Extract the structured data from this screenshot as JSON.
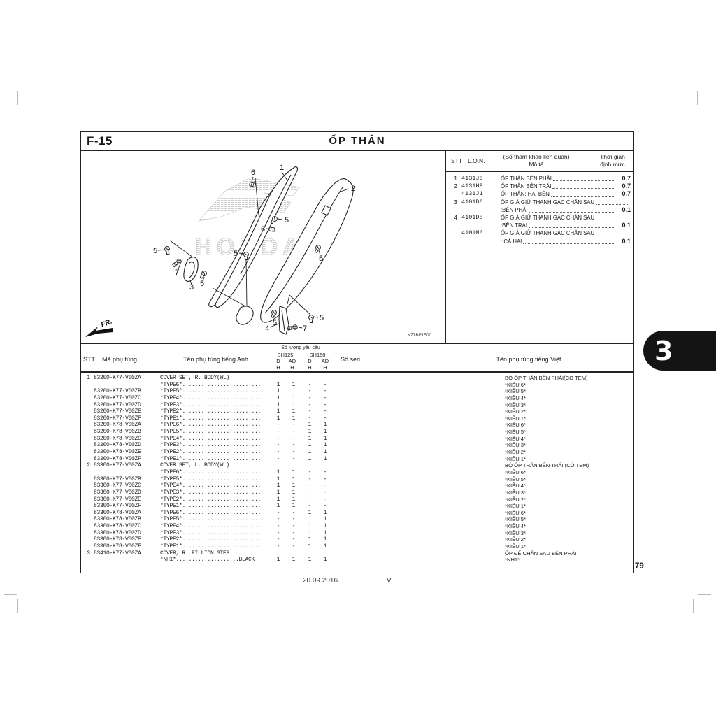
{
  "page": {
    "number": "79",
    "footer_date": "20.09.2016",
    "footer_mark": "V",
    "section_tab": "3"
  },
  "header": {
    "section_code": "F-15",
    "title": "ỐP THÂN"
  },
  "diagram": {
    "code": "K77BF1500",
    "fr_label": "FR.",
    "watermark": "HONDA",
    "callouts": [
      {
        "label": "6"
      },
      {
        "label": "1"
      },
      {
        "label": "2"
      },
      {
        "label": "5"
      },
      {
        "label": "6"
      },
      {
        "label": "5"
      },
      {
        "label": "5"
      },
      {
        "label": "5"
      },
      {
        "label": "7"
      },
      {
        "label": "3"
      },
      {
        "label": "5"
      },
      {
        "label": "5"
      },
      {
        "label": "4"
      },
      {
        "label": "5"
      },
      {
        "label": "7"
      }
    ]
  },
  "reference_table": {
    "headers": {
      "stt": "STT",
      "lon": "L.O.N.",
      "desc_line1": "(Số tham khảo liên quan)",
      "desc_line2": "Mô tả",
      "time_line1": "Thời gian",
      "time_line2": "định mức"
    },
    "rows": [
      {
        "stt": "1",
        "code": "4131J0",
        "desc": "ỐP THÂN BÊN PHẢI",
        "desc2": "",
        "time": "0.7"
      },
      {
        "stt": "2",
        "code": "4131H9",
        "desc": "ỐP THÂN BÊN TRÁI",
        "desc2": "",
        "time": "0.7"
      },
      {
        "stt": "",
        "code": "4131J1",
        "desc": "ỐP THÂN: HAI BÊN",
        "desc2": "",
        "time": "0.7"
      },
      {
        "stt": "3",
        "code": "4101D6",
        "desc": "ỐP GIÁ GIỮ THANH GÁC CHÂN SAU",
        "desc2": ":BÊN PHẢI",
        "time": "0.1"
      },
      {
        "stt": "4",
        "code": "4101D5",
        "desc": "ỐP GIÁ GIỮ THANH GÁC CHÂN SAU",
        "desc2": ":BÊN TRÁI",
        "time": "0.1"
      },
      {
        "stt": "",
        "code": "4101M6",
        "desc": "ỐP GIÁ GIỮ THANH GÁC CHÂN SAU",
        "desc2": ": CẢ HAI",
        "time": "0.1"
      }
    ]
  },
  "parts_table": {
    "headers": {
      "stt": "STT",
      "part": "Mã phụ tùng",
      "name_en": "Tên phụ tùng tiếng Anh",
      "qty_group": "Số lượng yêu cầu",
      "model_1": "SH125",
      "model_2": "SH150",
      "sub_top": [
        "D",
        "AD",
        "D",
        "AD"
      ],
      "sub_bottom": [
        "H",
        "H",
        "H",
        "H"
      ],
      "serial": "Số seri",
      "name_vi": "Tên phụ tùng tiếng Việt"
    },
    "rows": [
      {
        "stt": "1",
        "part": "83200-K77-V00ZA",
        "en": "COVER SET, R. BODY(WL)",
        "q": [
          "",
          "",
          "",
          ""
        ],
        "vi": "BỘ ỐP THÂN BÊN PHẢI(CÓ TEM)"
      },
      {
        "stt": "",
        "part": "",
        "en": "*TYPE6*.........................",
        "q": [
          "1",
          "1",
          "-",
          "-"
        ],
        "vi": "*KIỂU 6*"
      },
      {
        "stt": "",
        "part": "83200-K77-V00ZB",
        "en": "*TYPE5*.........................",
        "q": [
          "1",
          "1",
          "-",
          "-"
        ],
        "vi": "*KIỂU 5*"
      },
      {
        "stt": "",
        "part": "83200-K77-V00ZC",
        "en": "*TYPE4*.........................",
        "q": [
          "1",
          "1",
          "-",
          "-"
        ],
        "vi": "*KIỂU 4*"
      },
      {
        "stt": "",
        "part": "83200-K77-V00ZD",
        "en": "*TYPE3*.........................",
        "q": [
          "1",
          "1",
          "-",
          "-"
        ],
        "vi": "*KIỂU 3*"
      },
      {
        "stt": "",
        "part": "83200-K77-V00ZE",
        "en": "*TYPE2*.........................",
        "q": [
          "1",
          "1",
          "-",
          "-"
        ],
        "vi": "*KIỂU 2*"
      },
      {
        "stt": "",
        "part": "83200-K77-V00ZF",
        "en": "*TYPE1*.........................",
        "q": [
          "1",
          "1",
          "-",
          "-"
        ],
        "vi": "*KIỂU 1*"
      },
      {
        "stt": "",
        "part": "83200-K78-V00ZA",
        "en": "*TYPE6*.........................",
        "q": [
          "-",
          "-",
          "1",
          "1"
        ],
        "vi": "*KIỂU 6*"
      },
      {
        "stt": "",
        "part": "83200-K78-V00ZB",
        "en": "*TYPE5*.........................",
        "q": [
          "-",
          "-",
          "1",
          "1"
        ],
        "vi": "*KIỂU 5*"
      },
      {
        "stt": "",
        "part": "83200-K78-V00ZC",
        "en": "*TYPE4*.........................",
        "q": [
          "-",
          "-",
          "1",
          "1"
        ],
        "vi": "*KIỂU 4*"
      },
      {
        "stt": "",
        "part": "83200-K78-V00ZD",
        "en": "*TYPE3*.........................",
        "q": [
          "-",
          "-",
          "1",
          "1"
        ],
        "vi": "*KIỂU 3*"
      },
      {
        "stt": "",
        "part": "83200-K78-V00ZE",
        "en": "*TYPE2*.........................",
        "q": [
          "-",
          "-",
          "1",
          "1"
        ],
        "vi": "*KIỂU 2*"
      },
      {
        "stt": "",
        "part": "83200-K78-V00ZF",
        "en": "*TYPE1*.........................",
        "q": [
          "-",
          "-",
          "1",
          "1"
        ],
        "vi": "*KIỂU 1*"
      },
      {
        "stt": "2",
        "part": "83300-K77-V00ZA",
        "en": "COVER SET, L. BODY(WL)",
        "q": [
          "",
          "",
          "",
          ""
        ],
        "vi": "BỘ ỐP THÂN BÊN TRÁI (CÓ TEM)"
      },
      {
        "stt": "",
        "part": "",
        "en": "*TYPE6*.........................",
        "q": [
          "1",
          "1",
          "-",
          "-"
        ],
        "vi": "*KIỂU 6*"
      },
      {
        "stt": "",
        "part": "83300-K77-V00ZB",
        "en": "*TYPE5*.........................",
        "q": [
          "1",
          "1",
          "-",
          "-"
        ],
        "vi": "*KIỂU 5*"
      },
      {
        "stt": "",
        "part": "83300-K77-V00ZC",
        "en": "*TYPE4*.........................",
        "q": [
          "1",
          "1",
          "-",
          "-"
        ],
        "vi": "*KIỂU 4*"
      },
      {
        "stt": "",
        "part": "83300-K77-V00ZD",
        "en": "*TYPE3*.........................",
        "q": [
          "1",
          "1",
          "-",
          "-"
        ],
        "vi": "*KIỂU 3*"
      },
      {
        "stt": "",
        "part": "83300-K77-V00ZE",
        "en": "*TYPE2*.........................",
        "q": [
          "1",
          "1",
          "-",
          "-"
        ],
        "vi": "*KIỂU 2*"
      },
      {
        "stt": "",
        "part": "83300-K77-V00ZF",
        "en": "*TYPE1*.........................",
        "q": [
          "1",
          "1",
          "-",
          "-"
        ],
        "vi": "*KIỂU 1*"
      },
      {
        "stt": "",
        "part": "83300-K78-V00ZA",
        "en": "*TYPE6*.........................",
        "q": [
          "-",
          "-",
          "1",
          "1"
        ],
        "vi": "*KIỂU 6*"
      },
      {
        "stt": "",
        "part": "83300-K78-V00ZB",
        "en": "*TYPE5*.........................",
        "q": [
          "-",
          "-",
          "1",
          "1"
        ],
        "vi": "*KIỂU 5*"
      },
      {
        "stt": "",
        "part": "83300-K78-V00ZC",
        "en": "*TYPE4*.........................",
        "q": [
          "-",
          "-",
          "1",
          "1"
        ],
        "vi": "*KIỂU 4*"
      },
      {
        "stt": "",
        "part": "83300-K78-V00ZD",
        "en": "*TYPE3*.........................",
        "q": [
          "-",
          "-",
          "1",
          "1"
        ],
        "vi": "*KIỂU 3*"
      },
      {
        "stt": "",
        "part": "83300-K78-V00ZE",
        "en": "*TYPE2*.........................",
        "q": [
          "-",
          "-",
          "1",
          "1"
        ],
        "vi": "*KIỂU 2*"
      },
      {
        "stt": "",
        "part": "83300-K78-V00ZF",
        "en": "*TYPE1*.........................",
        "q": [
          "-",
          "-",
          "1",
          "1"
        ],
        "vi": "*KIỂU 1*"
      },
      {
        "stt": "3",
        "part": "83410-K77-V00ZA",
        "en": "COVER, R. PILLION STEP",
        "q": [
          "",
          "",
          "",
          ""
        ],
        "vi": "ỐP ĐỂ CHÂN SAU BÊN PHẢI"
      },
      {
        "stt": "",
        "part": "",
        "en": "*NH1*....................BLACK",
        "q": [
          "1",
          "1",
          "1",
          "1"
        ],
        "vi": "*NH1*"
      }
    ]
  }
}
